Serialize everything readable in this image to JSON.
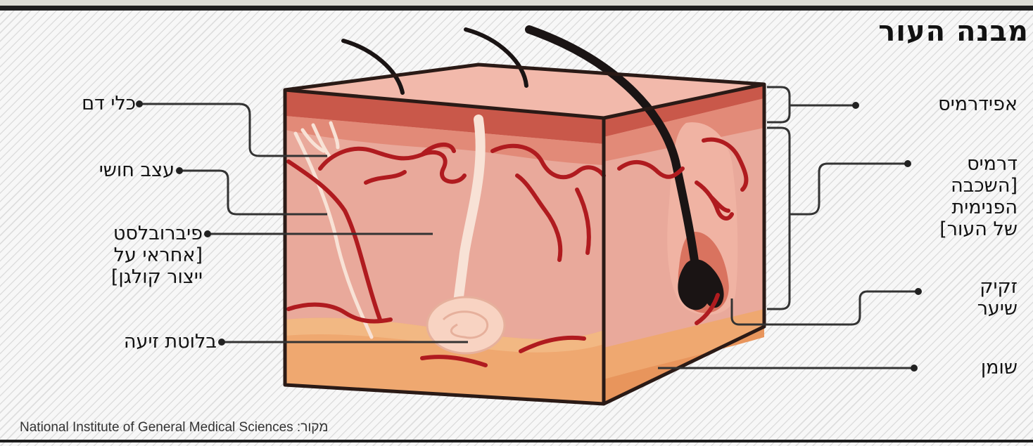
{
  "title": "מבנה העור",
  "labels": {
    "blood_vessels": "כלי דם",
    "sensory_nerve": "עצב חושי",
    "fibroblast_line1": "פיברובלסט",
    "fibroblast_line2": "[אחראי על",
    "fibroblast_line3": "ייצור קולגן]",
    "sweat_gland": "בלוטת זיעה",
    "epidermis": "אפידרמיס",
    "dermis_line1": "דרמיס",
    "dermis_line2": "[השכבה",
    "dermis_line3": "הפנימית",
    "dermis_line4": "של העור]",
    "hair_follicle_line1": "זקיק",
    "hair_follicle_line2": "שיער",
    "fat": "שומן"
  },
  "source": "National Institute of General Medical Sciences :מקור",
  "colors": {
    "epidermis": "#c9584a",
    "dermis": "#e9a99b",
    "dermis_light": "#f2bfb2",
    "fat": "#efa870",
    "vessel": "#b01b1f",
    "nerve": "#f8e2d6",
    "hair": "#1a1414",
    "outline": "#2a1a16"
  }
}
